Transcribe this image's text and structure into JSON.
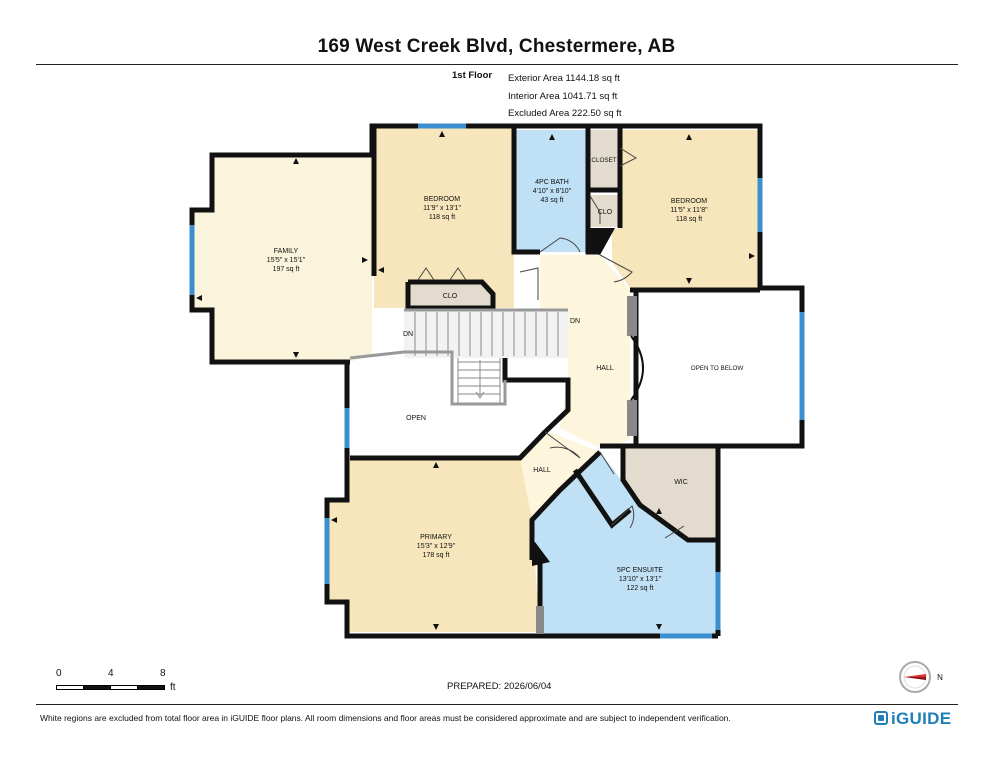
{
  "header": {
    "title": "169 West Creek Blvd, Chestermere, AB"
  },
  "area_summary": {
    "floor": "1st Floor",
    "exterior": "Exterior Area 1144.18 sq ft",
    "interior": "Interior Area 1041.71 sq ft",
    "excluded": "Excluded Area 222.50 sq ft"
  },
  "rooms": {
    "family": {
      "name": "FAMILY",
      "dims": "15'5\" x 15'1\"",
      "area": "197 sq ft"
    },
    "bedroom_left": {
      "name": "BEDROOM",
      "dims": "11'9\" x 13'1\"",
      "area": "118 sq ft"
    },
    "bath": {
      "name": "4PC BATH",
      "dims": "4'10\" x 8'10\"",
      "area": "43 sq ft"
    },
    "bedroom_right": {
      "name": "BEDROOM",
      "dims": "11'5\" x 11'8\"",
      "area": "118 sq ft"
    },
    "primary": {
      "name": "PRIMARY",
      "dims": "15'3\" x 12'9\"",
      "area": "178 sq ft"
    },
    "ensuite": {
      "name": "5PC ENSUITE",
      "dims": "13'10\" x 13'1\"",
      "area": "122 sq ft"
    },
    "closet": "CLOSET",
    "clo_top": "CLO",
    "clo_bedroom": "CLO",
    "dn_left": "DN",
    "dn_right": "DN",
    "hall_main": "HALL",
    "hall_lower": "HALL",
    "open": "OPEN",
    "open_to_below": "OPEN TO BELOW",
    "wic": "WIC"
  },
  "scale": {
    "zero": "0",
    "four": "4",
    "eight": "8",
    "unit": "ft"
  },
  "prepared": "PREPARED: 2026/06/04",
  "compass": {
    "label": "N"
  },
  "footer": {
    "disclaimer": "White regions are excluded from total floor area in iGUIDE floor plans. All room dimensions and floor areas must be considered approximate and are subject to independent verification.",
    "brand": "iGUIDE"
  },
  "colors": {
    "bedroom": "#f7e6bb",
    "family": "#fbf4dc",
    "bath": "#bfe0f5",
    "closet": "#e4dbcf",
    "hall": "#fdf6dd",
    "wall": "#111111",
    "window": "#3b8fcf",
    "brand": "#1f7fb6"
  }
}
